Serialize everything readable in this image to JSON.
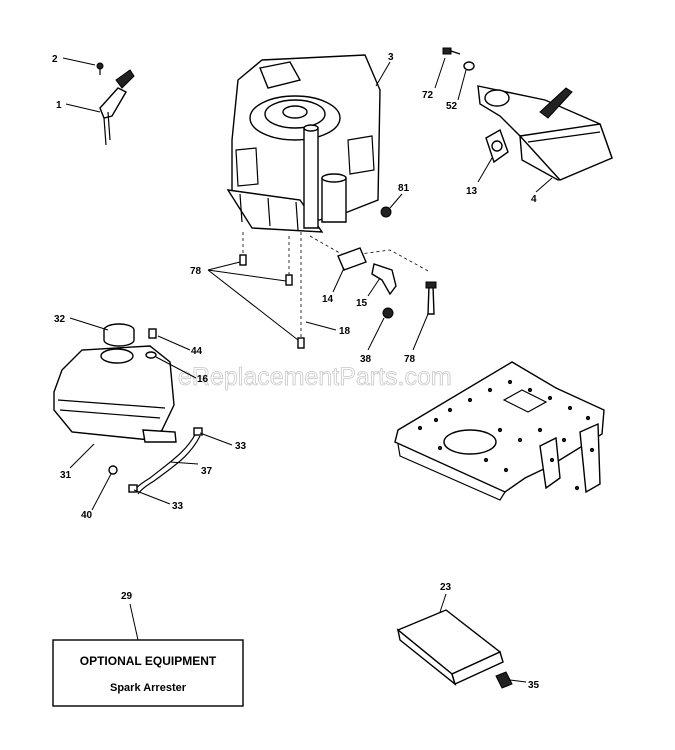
{
  "watermark": "eReplacementParts.com",
  "optional_box": {
    "title": "OPTIONAL EQUIPMENT",
    "subtitle": "Spark Arrester"
  },
  "callouts": {
    "c2": "2",
    "c1": "1",
    "c3": "3",
    "c72": "72",
    "c52": "52",
    "c13": "13",
    "c4": "4",
    "c81": "81",
    "c78a": "78",
    "c14": "14",
    "c15": "15",
    "c18": "18",
    "c38": "38",
    "c78b": "78",
    "c32": "32",
    "c44": "44",
    "c16": "16",
    "c33a": "33",
    "c37": "37",
    "c31": "31",
    "c40": "40",
    "c33b": "33",
    "c29": "29",
    "c23": "23",
    "c35": "35"
  }
}
